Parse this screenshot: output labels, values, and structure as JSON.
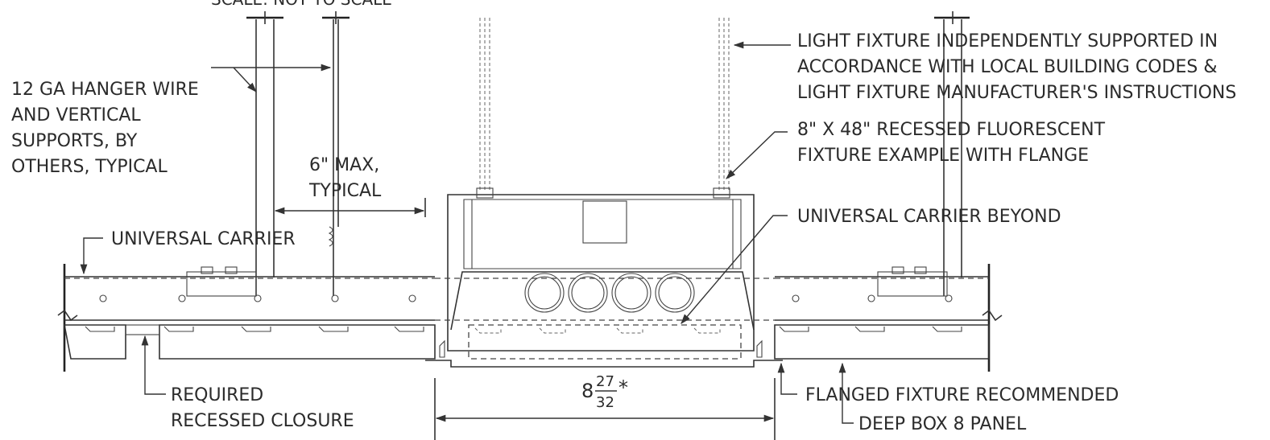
{
  "scale_note": "SCALE: NOT TO SCALE",
  "callouts": {
    "hanger_wire": [
      "12 GA HANGER WIRE",
      "AND VERTICAL",
      "SUPPORTS, BY",
      "OTHERS, TYPICAL"
    ],
    "max_spacing": [
      "6\" MAX,",
      "TYPICAL"
    ],
    "universal_carrier": "UNIVERSAL CARRIER",
    "light_fixture_support": [
      "LIGHT FIXTURE INDEPENDENTLY SUPPORTED IN",
      "ACCORDANCE WITH LOCAL BUILDING CODES &",
      "LIGHT FIXTURE MANUFACTURER'S INSTRUCTIONS"
    ],
    "fixture_example": [
      "8\" X 48\" RECESSED FLUORESCENT",
      "FIXTURE EXAMPLE WITH FLANGE"
    ],
    "universal_carrier_beyond": "UNIVERSAL CARRIER BEYOND",
    "recessed_closure": [
      "REQUIRED",
      "RECESSED CLOSURE"
    ],
    "flanged_fixture": "FLANGED FIXTURE RECOMMENDED",
    "deep_box_panel": "DEEP BOX 8 PANEL"
  },
  "dimension": {
    "whole": "8",
    "numerator": "27",
    "denominator": "32",
    "suffix": "*"
  }
}
